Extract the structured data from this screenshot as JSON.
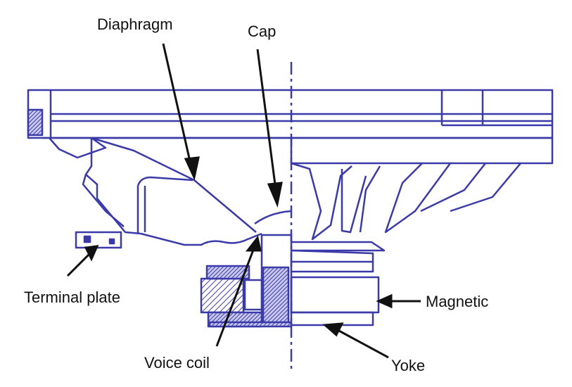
{
  "colors": {
    "outline": "#3a3aa8",
    "hatch": "#3a3aa8",
    "text": "#111111",
    "background": "#ffffff"
  },
  "labels": {
    "diaphragm": "Diaphragm",
    "cap": "Cap",
    "terminal_plate": "Terminal plate",
    "magnetic": "Magnetic",
    "voice_coil": "Voice coil",
    "yoke": "Yoke"
  }
}
